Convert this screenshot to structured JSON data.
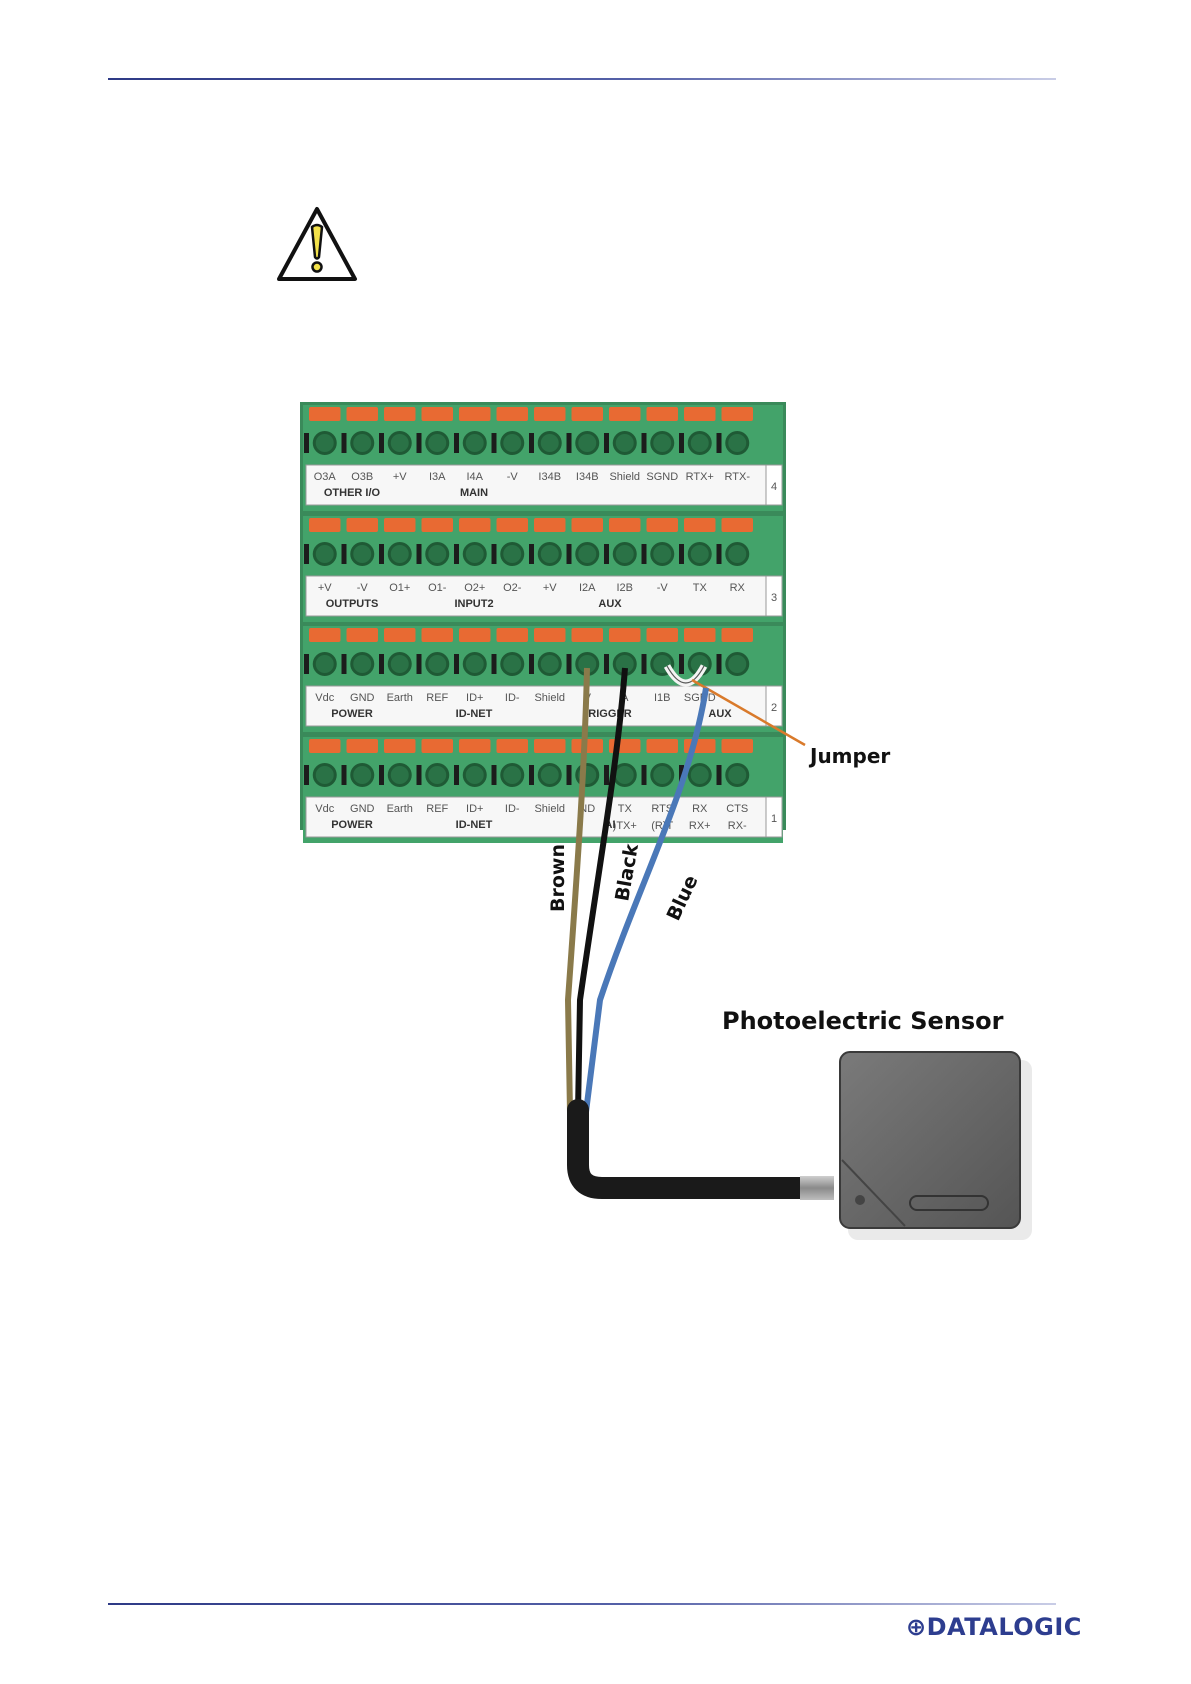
{
  "annotations": {
    "jumper": "Jumper",
    "brown": "Brown",
    "black": "Black",
    "blue": "Blue",
    "sensor": "Photoelectric Sensor"
  },
  "brand": {
    "logo": "DATALOGIC",
    "color": "#2d3d8f"
  },
  "icons": {
    "warning": "warning-icon",
    "logo": "datalogic-logo-icon"
  },
  "colors": {
    "terminal_green": "#3d9a62",
    "lever_orange": "#e86a33",
    "wire_brown": "#8a7a4a",
    "wire_black": "#111111",
    "wire_blue": "#4a78b8",
    "callout": "#d97a2b"
  },
  "terminal_blocks": [
    {
      "row_number": "4",
      "pins": [
        "O3A",
        "O3B",
        "+V",
        "I3A",
        "I4A",
        "-V",
        "I34B",
        "I34B",
        "Shield",
        "SGND",
        "RTX+",
        "RTX-"
      ],
      "groups": [
        "OTHER I/O",
        "MAIN"
      ]
    },
    {
      "row_number": "3",
      "pins": [
        "+V",
        "-V",
        "O1+",
        "O1-",
        "O2+",
        "O2-",
        "+V",
        "I2A",
        "I2B",
        "-V",
        "TX",
        "RX"
      ],
      "groups": [
        "OUTPUTS",
        "INPUT2",
        "AUX"
      ]
    },
    {
      "row_number": "2",
      "pins": [
        "Vdc",
        "GND",
        "Earth",
        "REF",
        "ID+",
        "ID-",
        "Shield",
        "V",
        "A",
        "I1B",
        "SGND"
      ],
      "groups": [
        "POWER",
        "ID-NET",
        "RIGGER",
        "AUX"
      ]
    },
    {
      "row_number": "1",
      "pins": [
        "Vdc",
        "GND",
        "Earth",
        "REF",
        "ID+",
        "ID-",
        "Shield",
        "ND",
        "TX",
        "RTS",
        "RX",
        "CTS",
        ")TX+",
        "(R)T",
        "RX+",
        "RX-"
      ],
      "groups": [
        "POWER",
        "ID-NET",
        "AI"
      ]
    }
  ]
}
